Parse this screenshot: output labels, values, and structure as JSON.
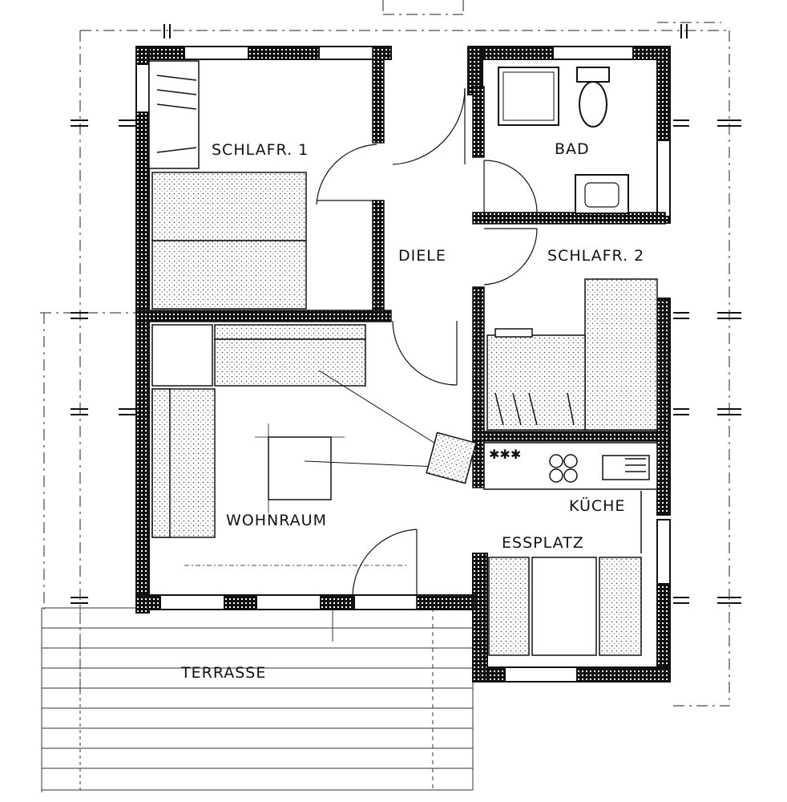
{
  "plan": {
    "rooms": {
      "schlafr1": "SCHLAFR. 1",
      "bad": "BAD",
      "diele": "DIELE",
      "schlafr2": "SCHLAFR. 2",
      "kuche": "KÜCHE",
      "wohnraum": "WOHNRAUM",
      "essplatz": "ESSPLATZ",
      "terrasse": "TERRASSE"
    },
    "colors": {
      "wall": "#111111",
      "hatch": "#555555",
      "furniture_fill": "#e9e9e9"
    }
  }
}
